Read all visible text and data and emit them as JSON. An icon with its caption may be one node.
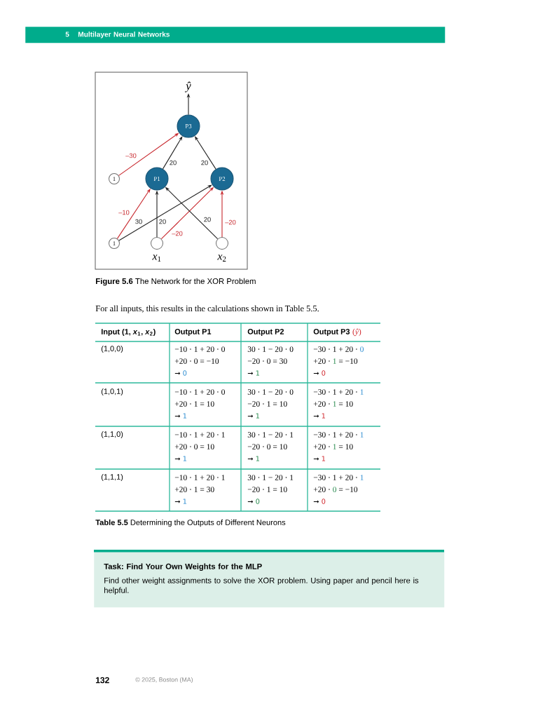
{
  "diagram": {
    "caption": "**Figure 5.6** The Network for the XOR Problem",
    "nodes": [
      {
        "text": [
          "5",
          "Multilayer Neural Networks"
        ]
      },
      {
        "text": [
          "ŷ"
        ]
      },
      {
        "text": [
          "P3"
        ]
      },
      {
        "text": [
          "1"
        ]
      },
      {
        "text": [
          "P1"
        ]
      },
      {
        "text": [
          "P2"
        ]
      },
      {
        "text": [
          "1"
        ]
      },
      {
        "text": [],
        "shape": "circle",
        "beside": [
          "*x*$_{1}$"
        ]
      },
      {
        "text": [],
        "shape": "circle",
        "beside": [
          "*x*$_{2}$"
        ]
      },
      {
        "text": [
          "Task: Find Your Own Weights for the MLP",
          "Find other weight assignments to solve the XOR problem. Using paper and pencil here is helpful."
        ]
      }
    ],
    "edges": [
      {
        "from": 2,
        "to": 1,
        "arrow": "to"
      },
      {
        "from": 3,
        "to": 2,
        "arrow": "to",
        "label": "–30",
        "color": "#c8282e"
      },
      {
        "from": 4,
        "to": 2,
        "arrow": "to",
        "label": "20"
      },
      {
        "from": 5,
        "to": 2,
        "arrow": "to",
        "label": "20"
      },
      {
        "from": 6,
        "to": 4,
        "arrow": "to",
        "label": "–10",
        "color": "#c8282e"
      },
      {
        "from": 6,
        "to": 5,
        "arrow": "to",
        "label": "30"
      },
      {
        "from": 7,
        "to": 4,
        "arrow": "to",
        "label": "20"
      },
      {
        "from": 7,
        "to": 5,
        "arrow": "to",
        "label": "–20",
        "color": "#c8282e"
      },
      {
        "from": 8,
        "to": 4,
        "arrow": "to",
        "label": "20"
      },
      {
        "from": 8,
        "to": 5,
        "arrow": "to",
        "label": "–20",
        "color": "#c8282e"
      }
    ],
    "labels": [
      "For all inputs, this results in the calculations shown in Table 5.5.",
      "Input (1, *x*$_{1}$, *x*$_{2}$)",
      "Output P1",
      "Output P2",
      "Output P3",
      "(*ŷ*)",
      "(1,0,0)",
      "−10 · 1 + 20 · 0",
      "+20 · 0 = −10",
      "→ 0",
      "30 · 1 − 20 · 0",
      "−20 · 0 = 30",
      "→ 1",
      "−30 · 1 + 20 · 0",
      "+20 · 1 = −10",
      "→ 0",
      "(1,0,1)",
      "−10 · 1 + 20 · 0",
      "+20 · 1 = 10",
      "→ 1",
      "30 · 1 − 20 · 0",
      "−20 · 1 = 10",
      "→ 1",
      "−30 · 1 + 20 · 1",
      "+20 · 1 = 10",
      "→ 1",
      "(1,1,0)",
      "−10 · 1 + 20 · 1",
      "+20 · 0 = 10",
      "→ 1",
      "30 · 1 − 20 · 1",
      "−20 · 0 = 10",
      "→ 1",
      "−30 · 1 + 20 · 1",
      "+20 · 1 = 10",
      "→ 1",
      "(1,1,1)",
      "−10 · 1 + 20 · 1",
      "+20 · 1 = 30",
      "→ 1",
      "30 · 1 − 20 · 1",
      "−20 · 1 = 10",
      "→ 0",
      "−30 · 1 + 20 · 1",
      "+20 · 0 = −10",
      "→ 0",
      "**Table 5.5** Determining the Outputs of Different Neurons",
      "132",
      "© 2025, Boston (MA)"
    ]
  }
}
